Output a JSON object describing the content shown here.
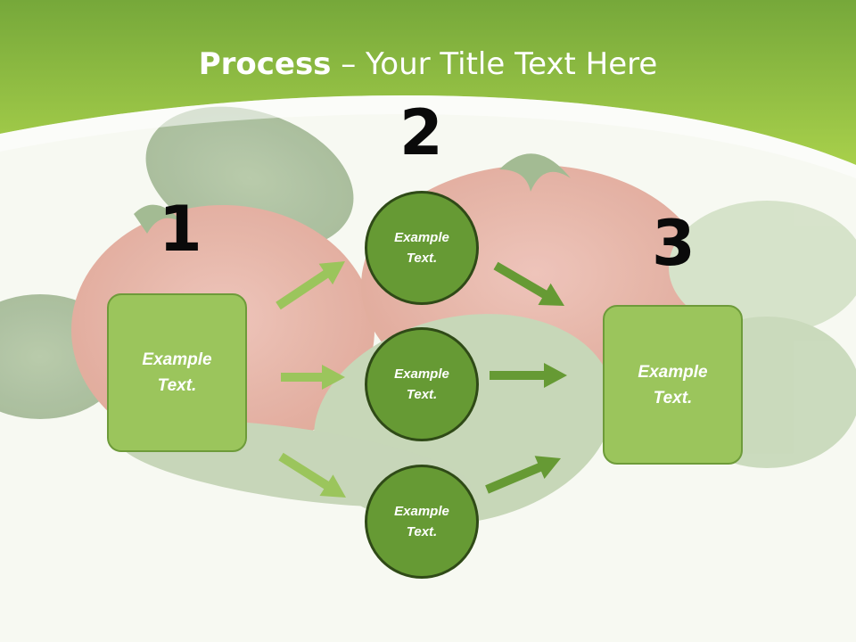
{
  "title": {
    "bold": "Process",
    "rest": " – Your Title Text Here"
  },
  "steps": [
    {
      "number": "1",
      "text": "Example\nText."
    },
    {
      "number": "2",
      "text": "Example\nText."
    },
    {
      "number": "3",
      "text": "Example\nText."
    }
  ],
  "middle": [
    {
      "text": "Example\nText."
    },
    {
      "text": "Example\nText."
    },
    {
      "text": "Example\nText."
    }
  ],
  "colors": {
    "header_green": "#8dbd3e",
    "box_fill": "#9bc55c",
    "circle_fill": "#669a34",
    "arrow_light": "#9bc55c",
    "arrow_dark": "#669a34"
  }
}
